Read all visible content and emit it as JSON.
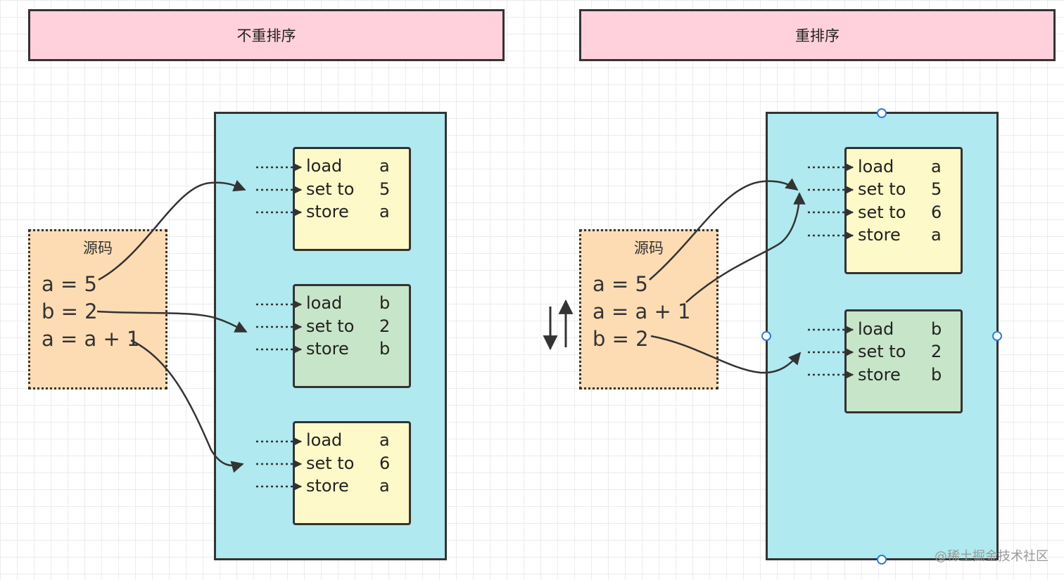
{
  "left_panel": {
    "header": "不重排序",
    "source": {
      "title": "源码",
      "lines": [
        "a = 5",
        "b = 2",
        "a = a + 1"
      ]
    },
    "blocks": [
      {
        "rows": [
          {
            "op": "load",
            "arg": "a"
          },
          {
            "op": "set to",
            "arg": "5"
          },
          {
            "op": "store",
            "arg": "a"
          }
        ]
      },
      {
        "rows": [
          {
            "op": "load",
            "arg": "b"
          },
          {
            "op": "set to",
            "arg": "2"
          },
          {
            "op": "store",
            "arg": "b"
          }
        ]
      },
      {
        "rows": [
          {
            "op": "load",
            "arg": "a"
          },
          {
            "op": "set to",
            "arg": "6"
          },
          {
            "op": "store",
            "arg": "a"
          }
        ]
      }
    ]
  },
  "right_panel": {
    "header": "重排序",
    "source": {
      "title": "源码",
      "lines": [
        "a = 5",
        "a = a + 1",
        "b = 2"
      ]
    },
    "blocks": [
      {
        "rows": [
          {
            "op": "load",
            "arg": "a"
          },
          {
            "op": "set to",
            "arg": "5"
          },
          {
            "op": "set to",
            "arg": "6"
          },
          {
            "op": "store",
            "arg": "a"
          }
        ]
      },
      {
        "rows": [
          {
            "op": "load",
            "arg": "b"
          },
          {
            "op": "set to",
            "arg": "2"
          },
          {
            "op": "store",
            "arg": "b"
          }
        ]
      }
    ]
  },
  "watermark": "@稀土掘金技术社区"
}
